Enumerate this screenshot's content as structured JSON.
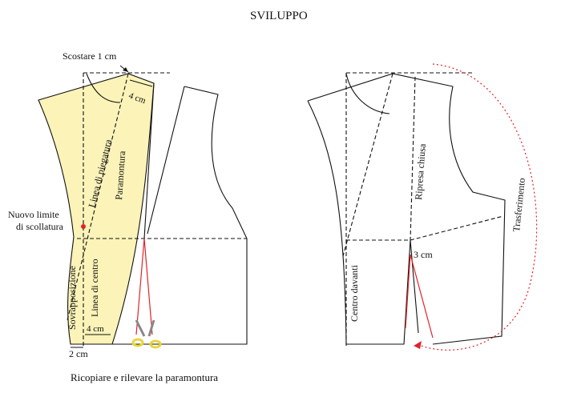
{
  "title": "SVILUPPO",
  "left": {
    "scostare": "Scostare 1 cm",
    "dim_4cm_top": "4 cm",
    "linea_piegatura": "Linea di piegatura",
    "paramontura": "Paramontura",
    "nuovo_limite_1": "Nuovo limite",
    "nuovo_limite_2": "di scollatura",
    "sovrapposizione": "Sovrapposizione",
    "linea_centro": "Linea di centro",
    "dim_4cm_bottom": "4 cm",
    "dim_2cm": "2 cm",
    "caption": "Ricopiare e rilevare la paramontura"
  },
  "right": {
    "ripresa_chiusa": "Ripresa chiusa",
    "trasferimento": "Trasferimento",
    "centro_davanti": "Centro davanti",
    "dim_3cm": "3 cm"
  },
  "colors": {
    "facing_fill": "#fbf3b8",
    "red_line": "#e0242a",
    "scissors": "#e7d63a"
  },
  "icons": {
    "scissors": "scissors-icon"
  }
}
